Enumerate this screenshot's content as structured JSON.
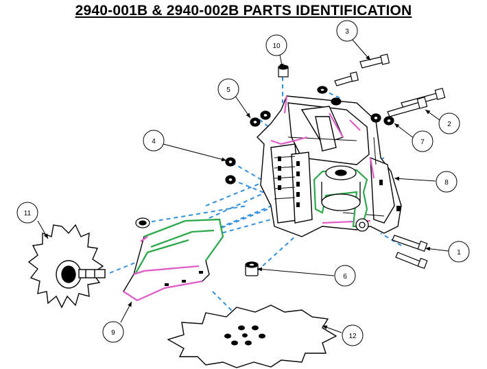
{
  "title": "2940-001B & 2940-002B PARTS IDENTIFICATION",
  "callouts": [
    {
      "id": "c1",
      "label": "1"
    },
    {
      "id": "c2",
      "label": "2"
    },
    {
      "id": "c3",
      "label": "3"
    },
    {
      "id": "c4",
      "label": "4"
    },
    {
      "id": "c5",
      "label": "5"
    },
    {
      "id": "c6",
      "label": "6"
    },
    {
      "id": "c7",
      "label": "7"
    },
    {
      "id": "c8",
      "label": "8"
    },
    {
      "id": "c9",
      "label": "9"
    },
    {
      "id": "c10",
      "label": "10"
    },
    {
      "id": "c11",
      "label": "11"
    },
    {
      "id": "c12",
      "label": "12"
    }
  ],
  "colors": {
    "line": "#000000",
    "explode_line": "#2f8fe0",
    "green_highlight": "#2aa84a",
    "pink_highlight": "#e05ac8"
  }
}
